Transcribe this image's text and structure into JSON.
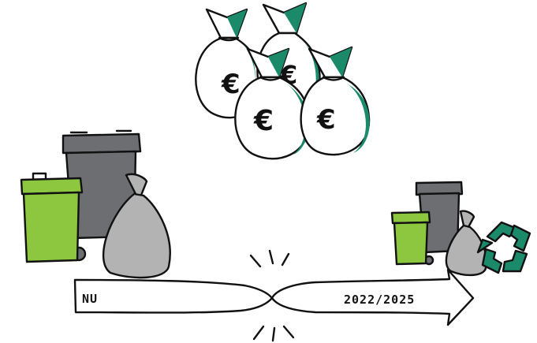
{
  "timeline": {
    "start_label": "NU",
    "end_label": "2022/2025"
  },
  "money_bags": {
    "symbol": "€",
    "count": 4,
    "bag_color": "#ffffff",
    "accent_color": "#1a8a6a"
  },
  "colors": {
    "green_bin": "#8dc63f",
    "grey_bin": "#6d6e71",
    "grey_bag": "#b3b3b3",
    "recycle": "#1a8a6a",
    "ink": "#111111"
  },
  "icons": [
    "money-bag-icon",
    "green-bin-icon",
    "grey-bin-icon",
    "garbage-bag-icon",
    "recycle-icon",
    "crossing-point-icon"
  ]
}
